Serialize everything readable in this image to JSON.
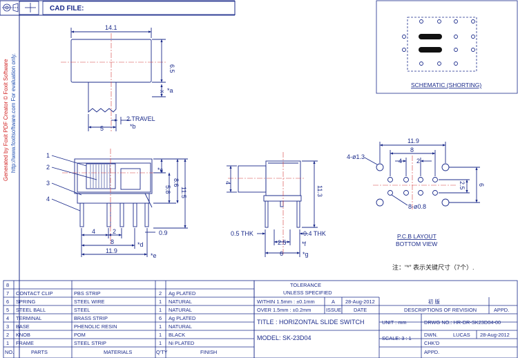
{
  "header": {
    "cad_file_label": "CAD FILE:"
  },
  "watermark": {
    "line1": "Generated by Foxit PDF Creator © Foxit Software",
    "line2": "http://www.foxitsoftware.com   For evaluation only."
  },
  "schematic": {
    "title": "SCHEMATIC (SHORTING)"
  },
  "top_view": {
    "dim_width": "14.1",
    "dim_height": "6.5",
    "dim_knob": "5",
    "travel": "2 TRAVEL",
    "mark_a": "*a",
    "mark_b": "*b",
    "x_label": "X"
  },
  "front_view": {
    "callouts": [
      "1",
      "2",
      "3",
      "4"
    ],
    "dim_4": "4",
    "dim_2": "2",
    "dim_8": "8",
    "dim_119": "11.9",
    "dim_09": "0.9",
    "dim_58": "5.8",
    "dim_86": "8.6",
    "dim_115": "11.5",
    "mark_c": "*c",
    "mark_d": "*d",
    "mark_e": "*e"
  },
  "side_view": {
    "dim_4": "4",
    "dim_113": "11.3",
    "dim_25": "2.5",
    "dim_6": "6",
    "thk_left": "0.5 THK",
    "thk_right": "0.4 THK",
    "mark_f": "*f",
    "mark_g": "*g"
  },
  "pcb": {
    "dim_119": "11.9",
    "dim_8": "8",
    "dim_4": "4",
    "dim_2": "2",
    "dim_25": "2.5",
    "dim_6": "6",
    "hole_big": "4-ø1.3",
    "hole_small": "8-ø0.8",
    "title1": "P.C.B LAYOUT",
    "title2": "BOTTOM VIEW",
    "note": "注：“*” 表示关键尺寸（7个）."
  },
  "bom": {
    "header": {
      "no": "NO.",
      "parts": "PARTS",
      "materials": "MATERIALS",
      "qty": "Q'TY",
      "finish": "FINISH"
    },
    "rows": [
      {
        "no": "8",
        "parts": "",
        "materials": "",
        "qty": "",
        "finish": ""
      },
      {
        "no": "7",
        "parts": "CONTACT CLIP",
        "materials": "PBS STRIP",
        "qty": "2",
        "finish": "Ag PLATED"
      },
      {
        "no": "6",
        "parts": "SPRING",
        "materials": "STEEL WIRE",
        "qty": "1",
        "finish": "NATURAL"
      },
      {
        "no": "5",
        "parts": "STEEL BALL",
        "materials": "STEEL",
        "qty": "1",
        "finish": "NATURAL"
      },
      {
        "no": "4",
        "parts": "TERMINAL",
        "materials": "BRASS STRIP",
        "qty": "6",
        "finish": "Ag PLATED"
      },
      {
        "no": "3",
        "parts": "BASE",
        "materials": "PHENOLIC RESIN",
        "qty": "1",
        "finish": "NATURAL"
      },
      {
        "no": "2",
        "parts": "KNOB",
        "materials": "POM",
        "qty": "1",
        "finish": "BLACK"
      },
      {
        "no": "1",
        "parts": "FRAME",
        "materials": "STEEL STRIP",
        "qty": "1",
        "finish": "Ni PLATED"
      }
    ]
  },
  "title_block": {
    "tolerance": "TOLERANCE",
    "unless": "UNLESS   SPECIFIED",
    "within": "WITHIN 1.5mm : ±0.1mm",
    "over": "OVER   1.5mm : ±0.2mm",
    "issue_val": "A",
    "date_val": "28-Aug-2012",
    "rev_desc": "初 版",
    "issue": "ISSUE",
    "date": "DATE",
    "desc_rev": "DESCRIPTIONS OF REVISION",
    "appd": "APPD.",
    "title": "TITLE :  HORIZONTAL  SLIDE  SWITCH",
    "unit": "UNIT :   mm",
    "drwg_no": "DRWG NO.:  HR-DR-SK23D04-00",
    "model": "MODEL:   SK-23D04",
    "scale": "SCALE: 3 : 1",
    "dwn": "DWN.",
    "dwn_name": "LUCAS",
    "dwn_date": "28-Aug-2012",
    "chkd": "CHK'D",
    "appd2": "APPD."
  }
}
